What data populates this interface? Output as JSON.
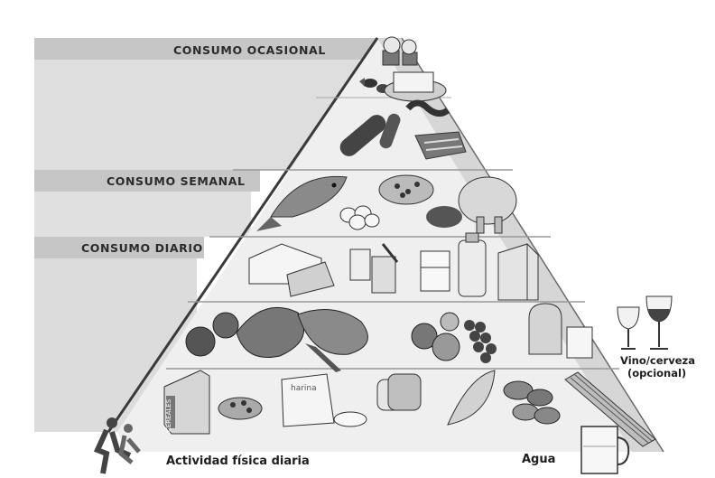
{
  "labels": {
    "occasional": "CONSUMO OCASIONAL",
    "weekly": "CONSUMO SEMANAL",
    "daily": "CONSUMO DIARIO"
  },
  "captions": {
    "activity": "Actividad física diaria",
    "water": "Agua",
    "wine_line1": "Vino/cerveza",
    "wine_line2": "(opcional)",
    "flour": "harina",
    "cereals": "CEREALES"
  },
  "colors": {
    "band_dark": "#c4c4c4",
    "band_light": "#e2e2e2",
    "pyramid_edge": "#3a3a3a",
    "food_dark": "#555555",
    "food_light": "#f2f2f2"
  },
  "levels": [
    {
      "group": "occasional",
      "items": [
        "pastry-icon",
        "candy-icon",
        "butter-icon"
      ]
    },
    {
      "group": "occasional",
      "items": [
        "sausage-icon",
        "meat-icon"
      ]
    },
    {
      "group": "weekly",
      "items": [
        "fish-icon",
        "eggs-icon",
        "legumes-icon",
        "chicken-icon"
      ]
    },
    {
      "group": "daily",
      "items": [
        "cheese-icon",
        "yogurt-icon",
        "milk-glass-icon",
        "milk-bottle-icon",
        "milk-carton-icon"
      ]
    },
    {
      "group": "daily",
      "items": [
        "vegetables-icon",
        "fruit-icon",
        "grapes-icon",
        "oil-icon"
      ]
    },
    {
      "group": "daily",
      "items": [
        "cereals-icon",
        "flour-icon",
        "bread-icon",
        "potatoes-icon",
        "pasta-icon"
      ]
    }
  ]
}
